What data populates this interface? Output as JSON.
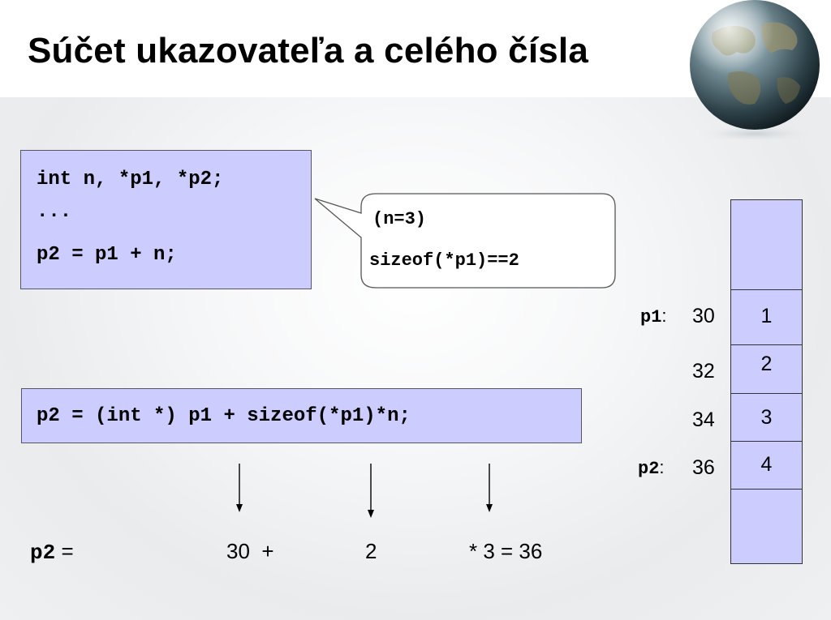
{
  "slide": {
    "title": "Súčet ukazovateľa a celého čísla"
  },
  "code_box_1": {
    "lines": [
      "int n, *p1, *p2;",
      "...",
      "p2 = p1 + n;"
    ]
  },
  "callout": {
    "line1": "(n=3)",
    "line2": "sizeof(*p1)==2"
  },
  "code_box_2": {
    "line": "p2 = (int *) p1 + sizeof(*p1)*n;"
  },
  "memory": {
    "pointers": [
      {
        "name": "p1",
        "colon": ":"
      },
      {
        "name": "p2",
        "colon": ":"
      }
    ],
    "addresses": [
      "30",
      "32",
      "34",
      "36"
    ],
    "values": [
      "1",
      "2",
      "3",
      "4"
    ]
  },
  "result": {
    "lhs_var": "p2",
    "lhs_eq": " =",
    "term1": "30  +",
    "term2": "2",
    "term3": "* 3 = 36"
  },
  "colors": {
    "box_fill": "#ccccff"
  },
  "icons": [
    "globe-icon",
    "down-arrow-icon"
  ]
}
